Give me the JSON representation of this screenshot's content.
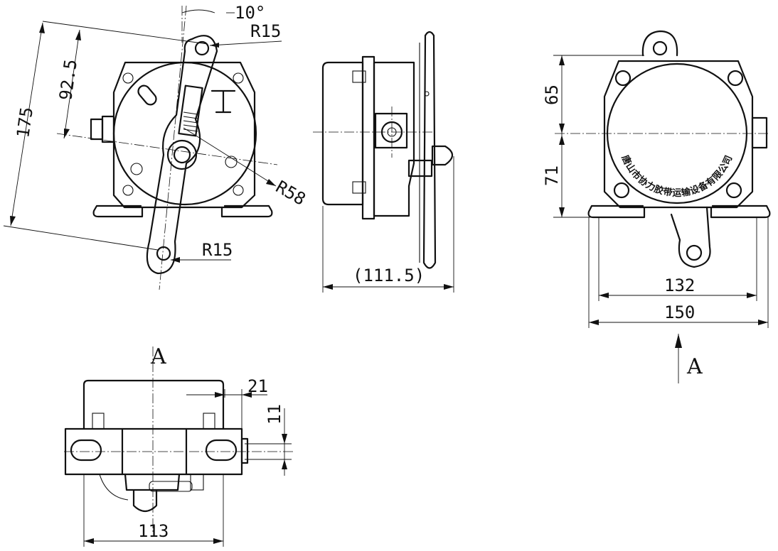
{
  "front_view": {
    "angle": "10°",
    "top_radius": "R15",
    "bottom_radius": "R15",
    "arc_radius": "R58",
    "overall_height": "175",
    "pivot_height": "92.5"
  },
  "side_view": {
    "depth": "(111.5)"
  },
  "rear_view": {
    "upper_height": "65",
    "lower_height": "71",
    "mount_width": "132",
    "base_width": "150",
    "view_marker": "A",
    "company_name": "唐山市协力胶带运输设备有限公司"
  },
  "section_view": {
    "title": "A",
    "offset": "21",
    "thickness": "11",
    "width": "113"
  }
}
